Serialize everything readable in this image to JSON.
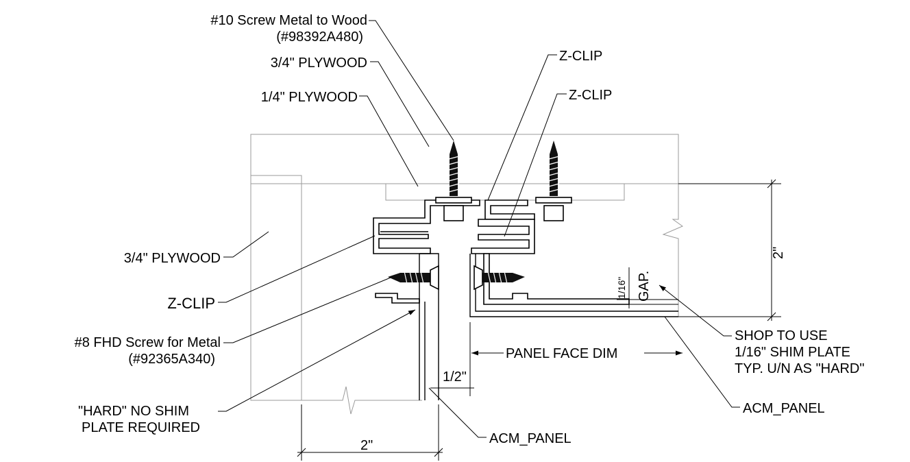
{
  "callouts": {
    "screw_metal_wood_line1": "#10 Screw Metal to Wood",
    "screw_metal_wood_line2": "(#98392A480)",
    "plywood_top_3_4": "3/4\" PLYWOOD",
    "plywood_top_1_4": "1/4\" PLYWOOD",
    "zclip_top_1": "Z-CLIP",
    "zclip_top_2": "Z-CLIP",
    "plywood_left_3_4": "3/4\" PLYWOOD",
    "zclip_left": "Z-CLIP",
    "screw_fhd_line1": "#8 FHD Screw for Metal",
    "screw_fhd_line2": "(#92365A340)",
    "hard_line1": "\"HARD\" NO SHIM",
    "hard_line2": "PLATE REQUIRED",
    "acm_panel_bottom": "ACM_PANEL",
    "acm_panel_right": "ACM_PANEL",
    "panel_face_dim": "PANEL FACE DIM",
    "gap_label": "GAP.",
    "gap_dim": "1/16\"",
    "shop_line1": "SHOP TO USE",
    "shop_line2": "1/16\" SHIM PLATE",
    "shop_line3": "TYP. U/N AS \"HARD\""
  },
  "dimensions": {
    "height_right": "2\"",
    "width_bottom": "2\"",
    "half_inch": "1/2\""
  }
}
